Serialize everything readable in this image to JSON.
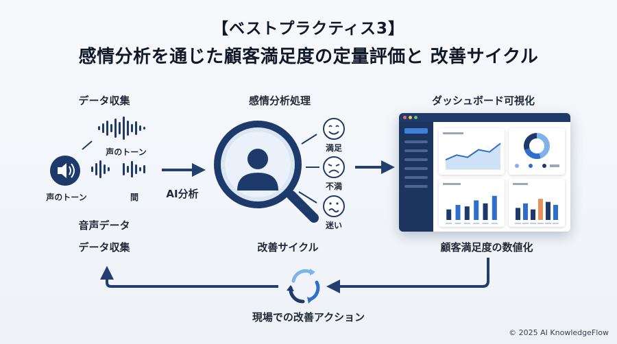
{
  "title": {
    "line1": "【ベストプラクティス3】",
    "line2": "感情分析を通じた顧客満足度の定量評価と 改善サイクル"
  },
  "steps": {
    "data_collection": {
      "heading": "データ収集",
      "wave_label_top": "声のトーン",
      "speaker_label": "声のトーン",
      "pause_label": "間",
      "bottom_label_1": "音声データ",
      "bottom_label_2": "データ収集",
      "icon": "speaker-icon"
    },
    "arrow_label": "AI分析",
    "analysis": {
      "heading": "感情分析処理",
      "bottom_label": "改善サイクル",
      "icon": "magnifier-person-icon",
      "emotions": [
        {
          "label": "満足",
          "icon": "smile-face-icon"
        },
        {
          "label": "不満",
          "icon": "frown-face-icon"
        },
        {
          "label": "迷い",
          "icon": "confused-face-icon"
        }
      ]
    },
    "dashboard": {
      "heading": "ダッシュボード可視化",
      "bottom_label": "顧客満足度の数値化",
      "line_chart": [
        0.3,
        0.45,
        0.38,
        0.62,
        0.55,
        0.82
      ],
      "donut_shares": [
        0.45,
        0.25,
        0.3
      ],
      "bar_chart_1": [
        0.35,
        0.5,
        0.45,
        0.65,
        0.55,
        0.8
      ],
      "bar_chart_2": [
        0.4,
        0.55,
        0.35,
        0.7,
        0.6,
        0.5
      ],
      "bar_chart_2_highlight_index": 3
    },
    "action": {
      "label": "現場での改善アクション",
      "icon": "cycle-arrows-icon"
    }
  },
  "colors": {
    "navy": "#1e3a6b",
    "arrow": "#233f6e",
    "accent_blue": "#2f6fcc",
    "light_blue": "#7db3e8",
    "orange": "#e8915a"
  },
  "copyright": "© 2025 AI KnowledgeFlow"
}
